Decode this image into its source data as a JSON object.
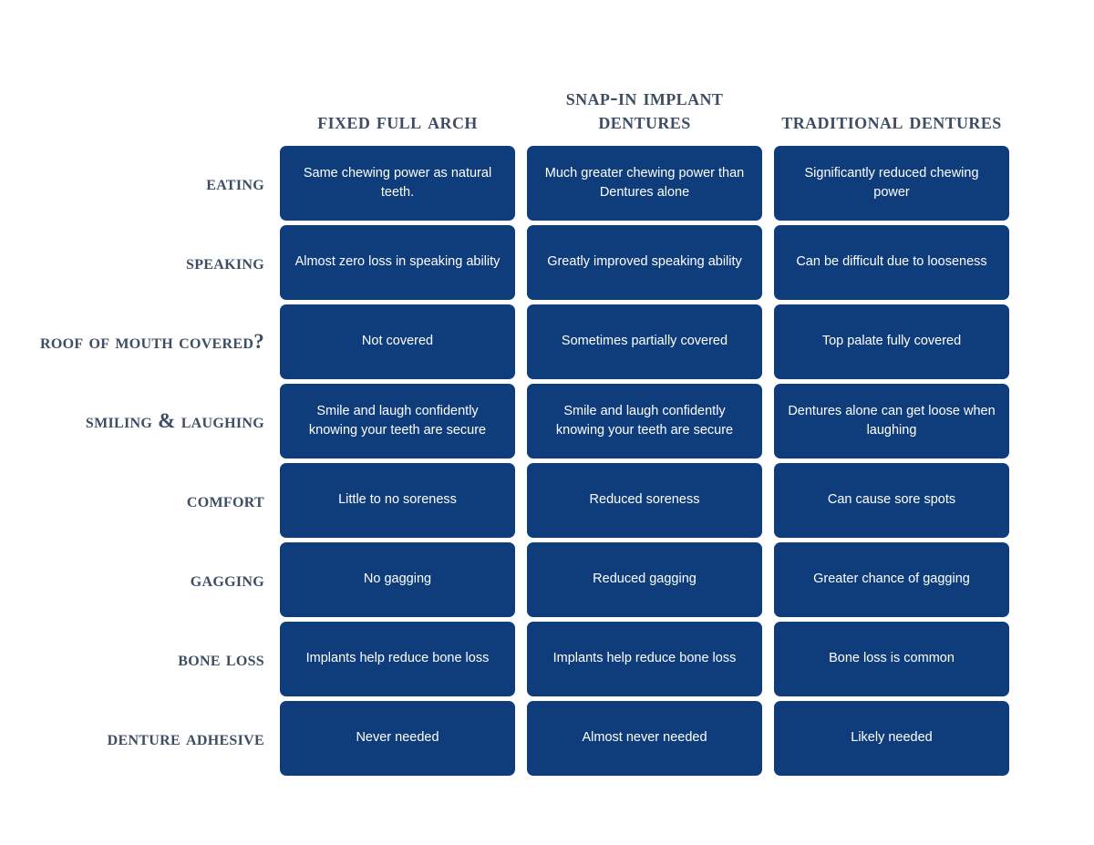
{
  "theme": {
    "background": "#ffffff",
    "cell_fill": "#0f3d7c",
    "heading_color": "#3d4d63",
    "cell_text_color": "#ffffff"
  },
  "table": {
    "column_headers": [
      "Fixed Full Arch",
      "Snap-In Implant Dentures",
      "Traditional Dentures"
    ],
    "row_labels": [
      "Eating",
      "Speaking",
      "Roof of Mouth Covered?",
      "Smiling & Laughing",
      "Comfort",
      "Gagging",
      "Bone Loss",
      "Denture Adhesive"
    ],
    "rows": [
      {
        "label": "Eating",
        "cells": [
          "Same chewing power as natural teeth.",
          "Much greater chewing power than Dentures alone",
          "Significantly reduced chewing power"
        ]
      },
      {
        "label": "Speaking",
        "cells": [
          "Almost zero loss in speaking ability",
          "Greatly improved speaking ability",
          "Can be difficult due to looseness"
        ]
      },
      {
        "label": "Roof of Mouth Covered?",
        "cells": [
          "Not covered",
          "Sometimes partially covered",
          "Top palate fully covered"
        ]
      },
      {
        "label": "Smiling & Laughing",
        "cells": [
          "Smile and laugh confidently knowing your teeth are secure",
          "Smile and laugh confidently knowing your teeth are secure",
          "Dentures alone can get loose when laughing"
        ]
      },
      {
        "label": "Comfort",
        "cells": [
          "Little to no soreness",
          "Reduced soreness",
          "Can cause sore spots"
        ]
      },
      {
        "label": "Gagging",
        "cells": [
          "No gagging",
          "Reduced gagging",
          "Greater chance of gagging"
        ]
      },
      {
        "label": "Bone Loss",
        "cells": [
          "Implants help reduce bone loss",
          "Implants help reduce bone loss",
          "Bone loss is common"
        ]
      },
      {
        "label": "Denture Adhesive",
        "cells": [
          "Never needed",
          "Almost never needed",
          "Likely needed"
        ]
      }
    ]
  }
}
